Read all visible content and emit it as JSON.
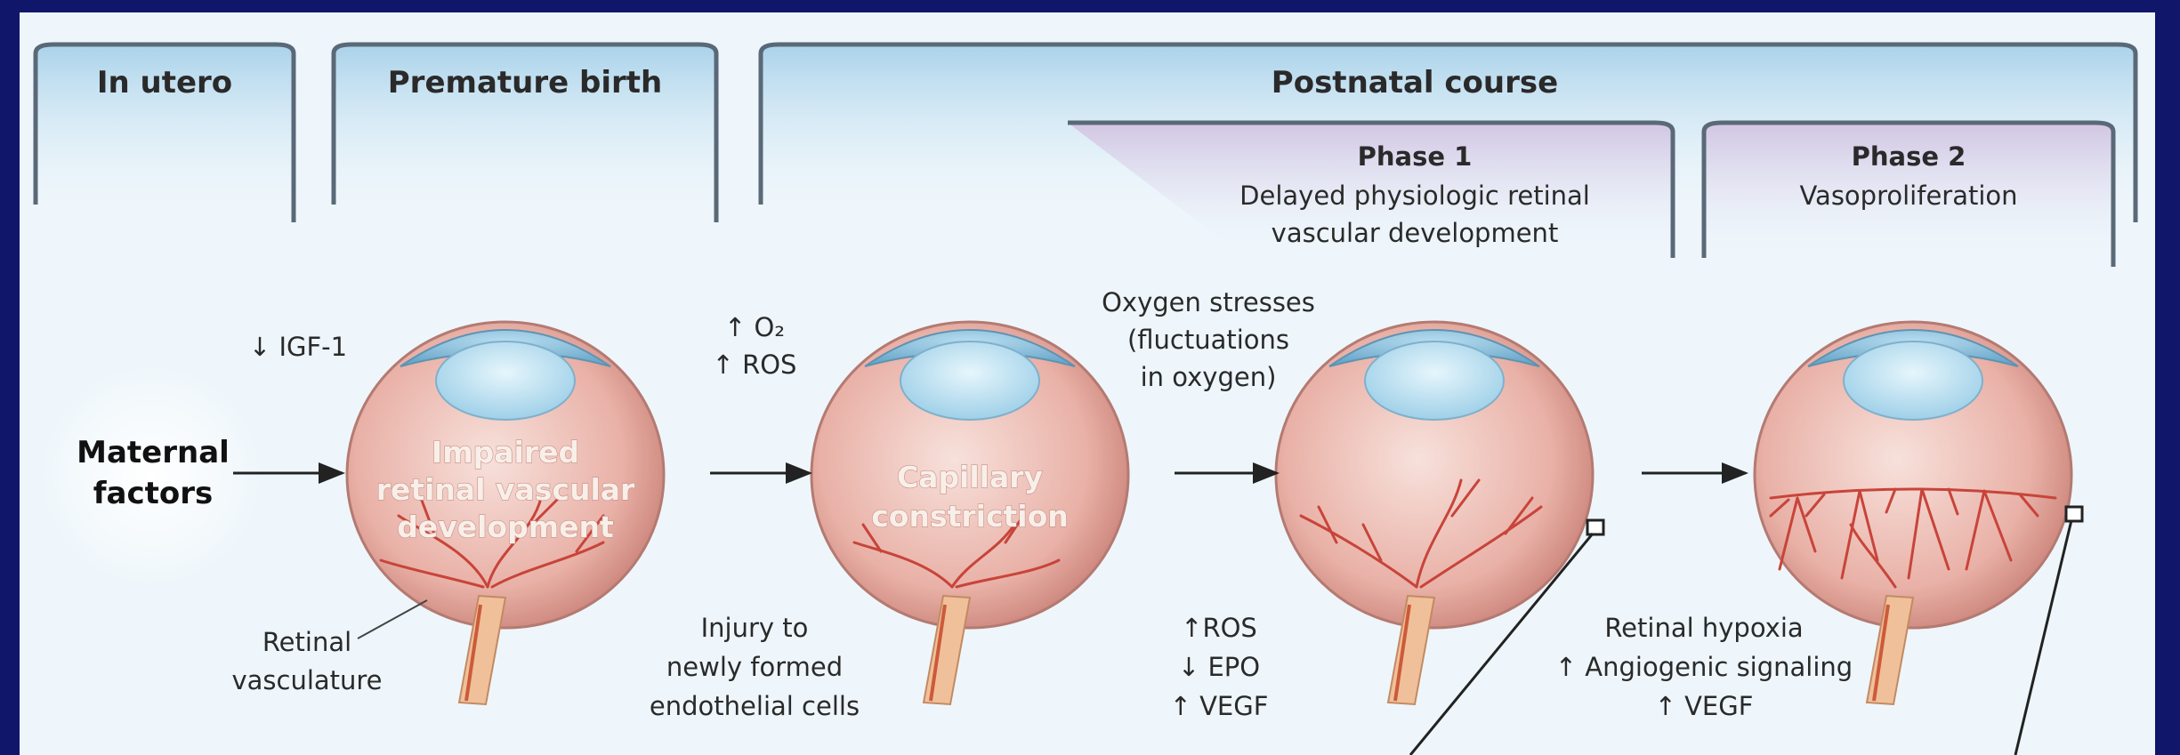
{
  "stages": {
    "in_utero": "In utero",
    "premature_birth": "Premature birth",
    "postnatal_course": "Postnatal course"
  },
  "phase1": {
    "title": "Phase 1",
    "line1": "Delayed physiologic retinal",
    "line2": "vascular development"
  },
  "phase2": {
    "title": "Phase 2",
    "subtitle": "Vasoproliferation"
  },
  "labels": {
    "igf1": "↓ IGF-1",
    "maternal1": "Maternal",
    "maternal2": "factors",
    "o2": "↑ O₂",
    "ros": "↑ ROS",
    "oxy1": "Oxygen stresses",
    "oxy2": "(fluctuations",
    "oxy3": "in oxygen)",
    "retinal1": "Retinal",
    "retinal2": "vasculature",
    "injury1": "Injury to",
    "injury2": "newly formed",
    "injury3": "endothelial cells",
    "ros2": "↑ROS",
    "epo": "↓ EPO",
    "vegf1": "↑ VEGF",
    "hypoxia": "Retinal hypoxia",
    "angio": "↑ Angiogenic signaling",
    "vegf2": "↑ VEGF"
  },
  "eyes": {
    "e1_l1": "Impaired",
    "e1_l2": "retinal vascular",
    "e1_l3": "development",
    "e2_l1": "Capillary",
    "e2_l2": "constriction"
  },
  "colors": {
    "frame": "#10176a",
    "background": "#eef6fb",
    "header_blue": "#bcdcee",
    "phase_lavender": "#d9cde6",
    "eye_red": "#e4a9a0",
    "vessel": "#c8443a",
    "cornea": "#7fb6d6"
  }
}
